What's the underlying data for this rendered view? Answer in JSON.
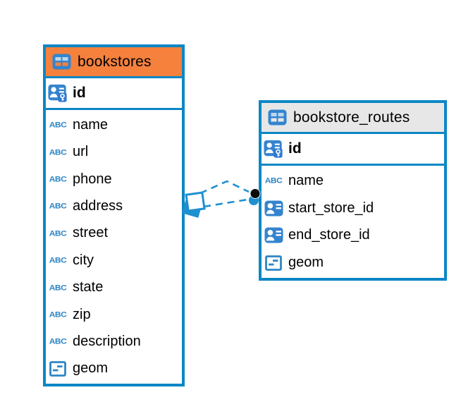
{
  "diagram": {
    "colors": {
      "table_border_blue": "#0c87c5",
      "bookstores_header": "#f5813d",
      "routes_header": "#e7e7e7",
      "icon_blue": "#3484cf",
      "key_badge_blue": "#2f7ad2",
      "type_glyph_blue": "#2e86c5",
      "relationship_line_blue": "#1e90d0",
      "endpoint_dot_black": "#0a0a0a",
      "field_text": "#000000"
    },
    "icons": {
      "text_glyph": "ABC",
      "header_icon": "table-icon",
      "primary_key_icon": "person-key-icon",
      "foreign_key_icon": "contact-card-icon",
      "geometry_icon": "geometry-square-icon",
      "relation_from_marker": "overlapping-squares-icon",
      "relation_to_marker": "endpoint-dot-icon"
    },
    "tables": [
      {
        "name": "bookstores",
        "primary_key": {
          "label": "id"
        },
        "fields": [
          {
            "label": "name",
            "icon": "text-type-icon"
          },
          {
            "label": "url",
            "icon": "text-type-icon"
          },
          {
            "label": "phone",
            "icon": "text-type-icon"
          },
          {
            "label": "address",
            "icon": "text-type-icon"
          },
          {
            "label": "street",
            "icon": "text-type-icon"
          },
          {
            "label": "city",
            "icon": "text-type-icon"
          },
          {
            "label": "state",
            "icon": "text-type-icon"
          },
          {
            "label": "zip",
            "icon": "text-type-icon"
          },
          {
            "label": "description",
            "icon": "text-type-icon"
          },
          {
            "label": "geom",
            "icon": "geometry-type-icon"
          }
        ]
      },
      {
        "name": "bookstore_routes",
        "primary_key": {
          "label": "id"
        },
        "fields": [
          {
            "label": "name",
            "icon": "text-type-icon"
          },
          {
            "label": "start_store_id",
            "icon": "contact-card-icon"
          },
          {
            "label": "end_store_id",
            "icon": "contact-card-icon"
          },
          {
            "label": "geom",
            "icon": "geometry-type-icon"
          }
        ]
      }
    ],
    "relationship": {
      "from_table": "bookstores",
      "to_table": "bookstore_routes",
      "line_style": "dashed"
    }
  }
}
